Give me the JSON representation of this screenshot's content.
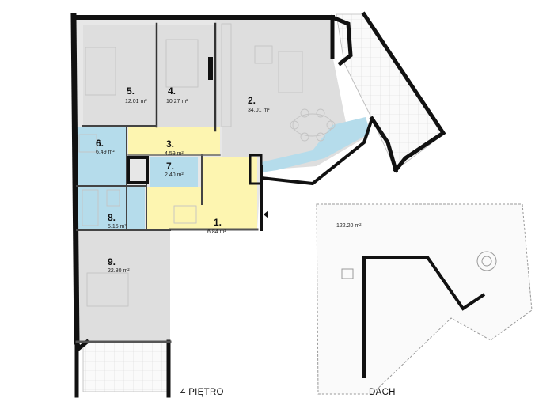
{
  "rooms": [
    {
      "number": "1.",
      "area": "6.84 m²",
      "color": "#fdf5b0"
    },
    {
      "number": "2.",
      "area": "34.01 m²",
      "color": "#dedede"
    },
    {
      "number": "3.",
      "area": "4.59 m²",
      "color": "#fdf5b0"
    },
    {
      "number": "4.",
      "area": "10.27 m²",
      "color": "#dedede"
    },
    {
      "number": "5.",
      "area": "12.01 m²",
      "color": "#dedede"
    },
    {
      "number": "6.",
      "area": "6.49 m²",
      "color": "#b5dceb"
    },
    {
      "number": "7.",
      "area": "2.40 m²",
      "color": "#b5dceb"
    },
    {
      "number": "8.",
      "area": "5.15 m²",
      "color": "#b5dceb"
    },
    {
      "number": "9.",
      "area": "22.80 m²",
      "color": "#dedede"
    }
  ],
  "floor_label": "4 PIĘTRO",
  "roof": {
    "label": "DACH",
    "area": "122.20 m²"
  },
  "colors": {
    "wall": "#111111",
    "living": "#dedede",
    "circulation": "#fdf5b0",
    "wet": "#b5dceb",
    "terrace": "#f4f4f4"
  }
}
